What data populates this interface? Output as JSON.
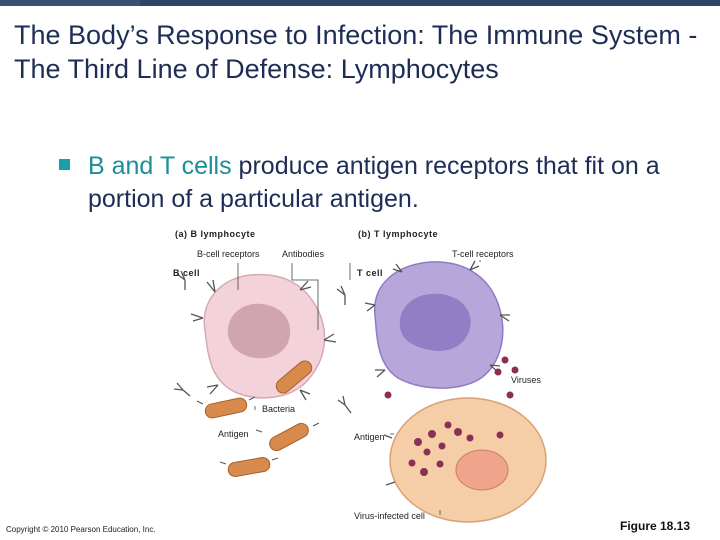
{
  "slide": {
    "title": "The Body’s Response to Infection: The Immune System - The Third Line of Defense: Lymphocytes",
    "bullet_highlight": "B and T cells",
    "bullet_text": " produce antigen receptors that fit on a portion of a particular antigen."
  },
  "figure": {
    "panel_a_label": "(a) B lymphocyte",
    "panel_b_label": "(b) T lymphocyte",
    "bcell_receptors_label": "B-cell receptors",
    "antibodies_label": "Antibodies",
    "bcell_label": "B cell",
    "tcell_receptors_label": "T-cell receptors",
    "tcell_label": "T cell",
    "viruses_label": "Viruses",
    "bacteria_label": "Bacteria",
    "antigen_label_left": "Antigen",
    "antigen_label_right": "Antigen",
    "infected_cell_label": "Virus-infected cell",
    "colors": {
      "bcell_fill": "#f3d2d9",
      "bcell_nucleus": "#c79aa6",
      "tcell_fill": "#b7a6d9",
      "tcell_nucleus": "#8b77c0",
      "bacteria_fill": "#d78a4b",
      "virus_fill": "#8a2f55",
      "infected_fill": "#f5cda6",
      "infected_nucleus": "#efa48b"
    }
  },
  "footer": {
    "copyright": "Copyright © 2010 Pearson Education, Inc.",
    "figure_ref": "Figure 18.13"
  }
}
